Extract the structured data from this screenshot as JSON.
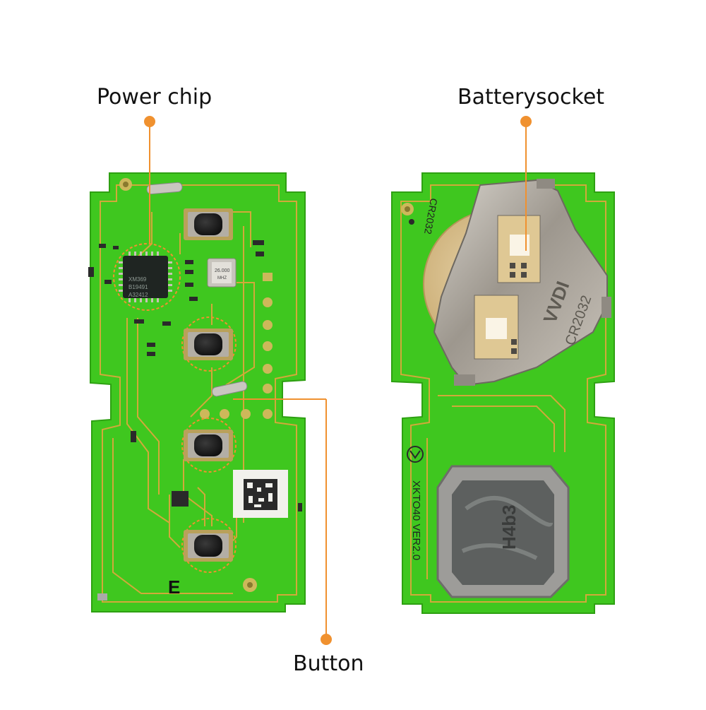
{
  "callouts": {
    "power_chip": "Power chip",
    "battery_socket": "Batterysocket",
    "button": "Button"
  },
  "board_front": {
    "silk_letter": "E",
    "chip_marking": [
      "XM369",
      "B19491",
      "A32412"
    ],
    "crystal_marking": [
      "26.000",
      "MHZ"
    ]
  },
  "board_back": {
    "battery_type": "CR2032",
    "clip_marking": [
      "VVDI",
      "CR2032"
    ],
    "board_model": "XKTO40 VER2.0",
    "module_marking": "H4b3"
  },
  "colors": {
    "pcb_green": "#3fc71f",
    "trace_gold": "#d1a93a",
    "callout_orange": "#f0912f",
    "metal": "#a9a39a"
  }
}
